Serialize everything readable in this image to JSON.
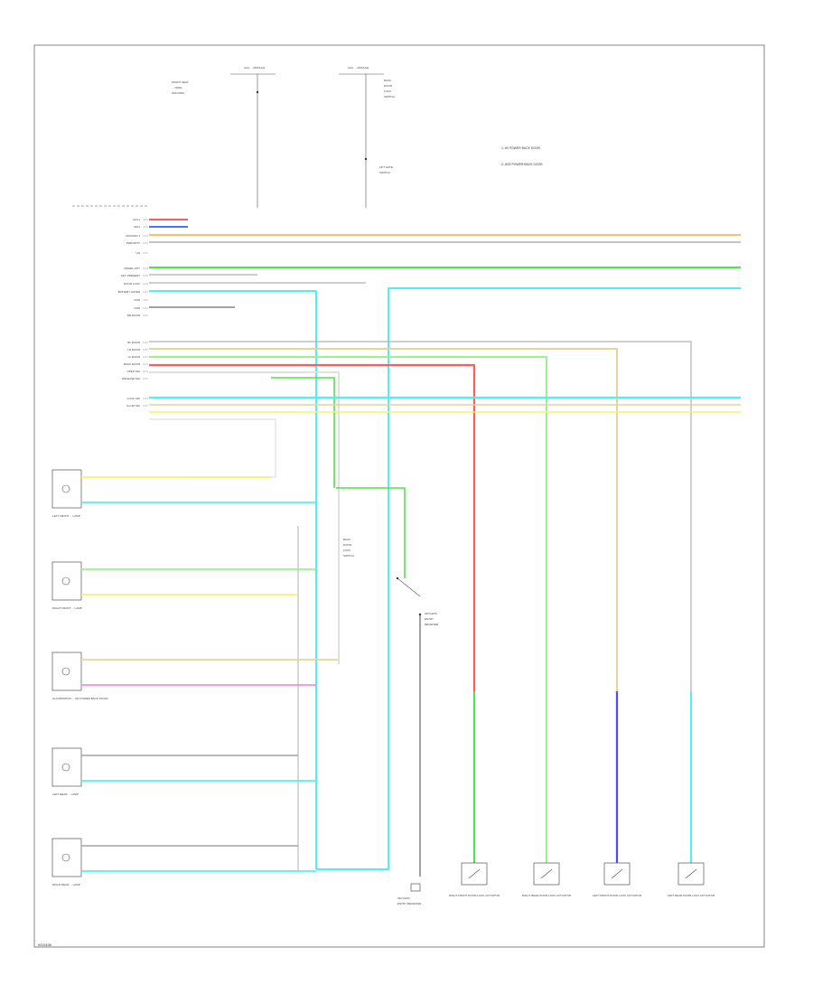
{
  "diagram": {
    "legend": [
      "1: W/ POWER BACK DOOR",
      "2: W/O POWER BACK DOOR"
    ],
    "footer_code": "W10456",
    "colors": {
      "orange": "#f2c079",
      "red": "#ff5b5b",
      "blue": "#3a7bff",
      "green": "#54e04e",
      "lightgreen": "#9af08a",
      "cyan": "#4ef0f6",
      "yellow": "#f7f36a",
      "tan": "#e6d49a",
      "pink": "#ff8ad8",
      "violet": "#d28cff",
      "navy": "#4b4bff",
      "grey": "#b0b0b0",
      "white": "#e0e0e0",
      "black": "#444444"
    },
    "top_components": [
      {
        "name": "FRONT SEAT ... (SIDE GROUND)",
        "label": "GROUND"
      },
      {
        "name": "LIFT GATE SWITCH"
      }
    ],
    "module_pins": [
      "ACC1",
      "IGN1",
      "GROUND 1",
      "PWR BATT",
      "LIN",
      "MODEL OPT",
      "KEY PRESENT",
      "DOOR LOCK",
      "BATTERY SAVER",
      "GND",
      "GND",
      "RR DOOR",
      "RF DOOR",
      "LR DOOR",
      "LF DOOR",
      "BACK DOOR",
      "OPEN SIG",
      "RELEASE SIG",
      "LOCK SIG",
      "ILLUM SIG"
    ],
    "right_components": [
      "RIGHT FRONT DOOR LOCK ACTUATOR",
      "RIGHT REAR DOOR LOCK ACTUATOR",
      "LEFT FRONT DOOR LOCK ACTUATOR",
      "LEFT REAR DOOR LOCK ACTUATOR"
    ],
    "left_components": [
      "LEFT FRONT ... LAMP",
      "RIGHT FRONT ... LAMP",
      "ILLUMINATION ... (W/ POWER BACK DOOR)",
      "LEFT REAR ... LAMP",
      "RIGHT REAR ... LAMP"
    ],
    "middle_components": [
      "BACK DOOR LOCK SWITCH",
      "KEYLESS ENTRY RECEIVER"
    ]
  }
}
